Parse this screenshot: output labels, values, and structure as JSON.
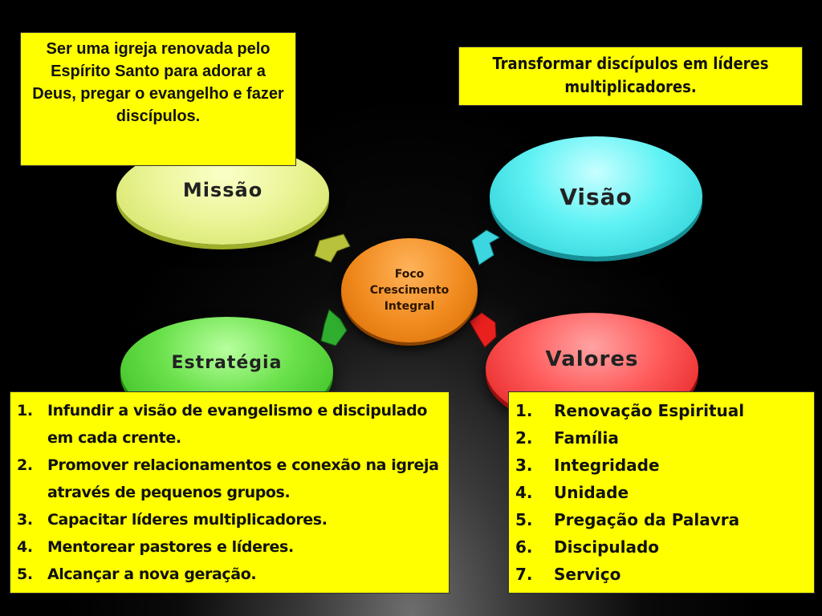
{
  "center": {
    "line1": "Foco",
    "line2": "Crescimento",
    "line3": "Integral"
  },
  "nodes": {
    "missao": {
      "label": "Missão",
      "color": "#ecf59a"
    },
    "visao": {
      "label": "Visão",
      "color": "#5ff2f4"
    },
    "estrategia": {
      "label": "Estratégia",
      "color": "#6ae14b"
    },
    "valores": {
      "label": "Valores",
      "color": "#ff5c5c"
    }
  },
  "missao_text": "Ser uma igreja renovada pelo Espírito Santo para adorar a Deus, pregar o evangelho e fazer discípulos.",
  "visao_text": "Transformar discípulos em líderes multiplicadores.",
  "estrategia_items": [
    {
      "num": "1.",
      "text": "Infundir a visão de evangelismo e discipulado em cada crente."
    },
    {
      "num": "2.",
      "text": "Promover relacionamentos e conexão na igreja através de pequenos grupos."
    },
    {
      "num": "3.",
      "text": "Capacitar líderes multiplicadores."
    },
    {
      "num": "4.",
      "text": "Mentorear pastores e líderes."
    },
    {
      "num": "5.",
      "text": "Alcançar a nova geração."
    }
  ],
  "valores_items": [
    {
      "num": "1.",
      "text": "Renovação Espiritual"
    },
    {
      "num": "2.",
      "text": "Família"
    },
    {
      "num": "3.",
      "text": "Integridade"
    },
    {
      "num": "4.",
      "text": "Unidade"
    },
    {
      "num": "5.",
      "text": "Pregação da Palavra"
    },
    {
      "num": "6.",
      "text": "Discipulado"
    },
    {
      "num": "7.",
      "text": "Serviço"
    }
  ],
  "box_color": "#ffff00"
}
